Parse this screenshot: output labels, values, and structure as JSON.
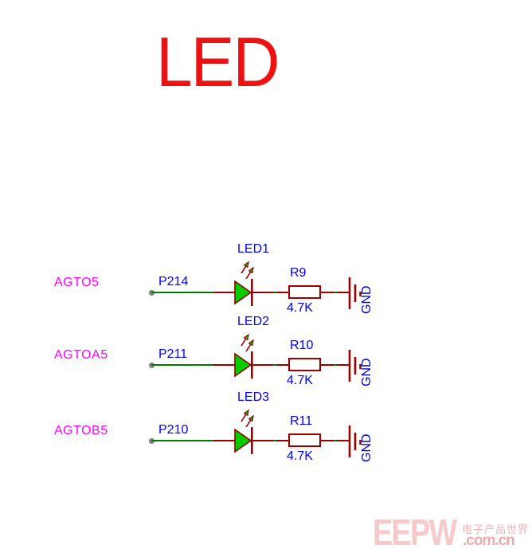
{
  "title": {
    "text": "LED"
  },
  "colors": {
    "title_red": "#ee1111",
    "net_label_magenta": "#ff00ff",
    "designator_blue": "#0000ff",
    "gnd_label_blue": "#0000c8",
    "symbol_dark_red": "#990000",
    "wire_green": "#007b00",
    "led_fill_green": "#00cc00",
    "port_dot_gray": "#8c8c8c",
    "watermark_pink": "#f6caca"
  },
  "rows": [
    {
      "net": "AGTO5",
      "pin": "P214",
      "led": "LED1",
      "resistor": "R9",
      "value": "4.7K",
      "ground": "GND"
    },
    {
      "net": "AGTOA5",
      "pin": "P211",
      "led": "LED2",
      "resistor": "R10",
      "value": "4.7K",
      "ground": "GND"
    },
    {
      "net": "AGTOB5",
      "pin": "P210",
      "led": "LED3",
      "resistor": "R11",
      "value": "4.7K",
      "ground": "GND"
    }
  ],
  "watermark": {
    "logo": "EEPW",
    "chinese": "电子产品世界",
    "domain": ".com.cn"
  }
}
